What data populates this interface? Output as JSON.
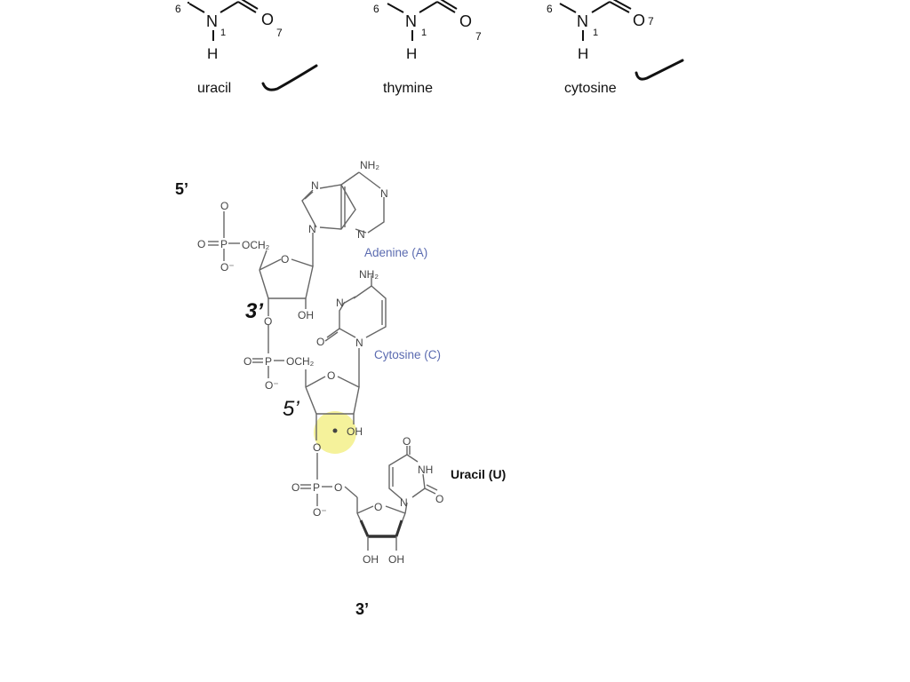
{
  "top_bases": [
    {
      "name": "uracil",
      "n_label": "N",
      "n_index": "1",
      "h_label": "H",
      "o_label": "O",
      "o_index": "7",
      "pos6": "6",
      "checked": true
    },
    {
      "name": "thymine",
      "n_label": "N",
      "n_index": "1",
      "h_label": "H",
      "o_label": "O",
      "o_index": "7",
      "pos6": "6",
      "checked": false
    },
    {
      "name": "cytosine",
      "n_label": "N",
      "n_index": "1",
      "h_label": "H",
      "o_label": "O",
      "o_index": "7",
      "pos6": "6",
      "checked": true
    }
  ],
  "strand": {
    "end5": "5’",
    "end3": "3’",
    "annot_3prime": "3’",
    "annot_5prime": "5’",
    "nucleotides": [
      {
        "base_label": "Adenine (A)",
        "amine": "NH₂",
        "sugar_oh": "OH",
        "phosphate": {
          "o_top": "O",
          "o_double": "O",
          "p": "P",
          "o_minus": "O⁻",
          "och2": "OCH₂"
        }
      },
      {
        "base_label": "Cytosine (C)",
        "amine": "NH₂",
        "sugar_oh": "OH",
        "phosphate": {
          "o_top": "O",
          "o_double": "O",
          "p": "P",
          "o_minus": "O⁻",
          "och2": "OCH₂"
        }
      },
      {
        "base_label": "Uracil (U)",
        "nh": "NH",
        "sugar_oh": [
          "OH",
          "OH"
        ],
        "phosphate": {
          "o_top": "O",
          "o_double": "O",
          "p": "P",
          "o_minus": "O⁻",
          "o_link": "O"
        }
      }
    ]
  },
  "colors": {
    "label_blue": "#5b6bb0",
    "highlight": "#f3f08a",
    "ink": "#111111",
    "bond": "#666666"
  }
}
